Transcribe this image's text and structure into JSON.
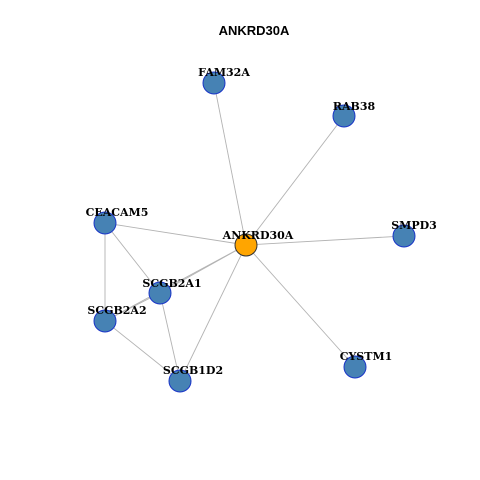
{
  "title": "ANKRD30A",
  "colors": {
    "hub_fill": "#FFA500",
    "node_fill": "#4682B4",
    "node_stroke": "#1A35C8",
    "edge": "#B3B3B3"
  },
  "nodes": [
    {
      "id": "ANKRD30A",
      "label": "ANKRD30A",
      "hub": true
    },
    {
      "id": "FAM32A",
      "label": "FAM32A",
      "hub": false
    },
    {
      "id": "RAB38",
      "label": "RAB38",
      "hub": false
    },
    {
      "id": "CEACAM5",
      "label": "CEACAM5",
      "hub": false
    },
    {
      "id": "SMPD3",
      "label": "SMPD3",
      "hub": false
    },
    {
      "id": "SCGB2A1",
      "label": "SCGB2A1",
      "hub": false
    },
    {
      "id": "SCGB2A2",
      "label": "SCGB2A2",
      "hub": false
    },
    {
      "id": "CYSTM1",
      "label": "CYSTM1",
      "hub": false
    },
    {
      "id": "SCGB1D2",
      "label": "SCGB1D2",
      "hub": false
    }
  ],
  "edges": [
    [
      "ANKRD30A",
      "FAM32A"
    ],
    [
      "ANKRD30A",
      "RAB38"
    ],
    [
      "ANKRD30A",
      "CEACAM5"
    ],
    [
      "ANKRD30A",
      "SMPD3"
    ],
    [
      "ANKRD30A",
      "SCGB2A1"
    ],
    [
      "ANKRD30A",
      "SCGB2A2"
    ],
    [
      "ANKRD30A",
      "CYSTM1"
    ],
    [
      "ANKRD30A",
      "SCGB1D2"
    ],
    [
      "CEACAM5",
      "SCGB2A1"
    ],
    [
      "CEACAM5",
      "SCGB2A2"
    ],
    [
      "SCGB2A1",
      "SCGB2A2"
    ],
    [
      "SCGB2A1",
      "SCGB1D2"
    ],
    [
      "SCGB2A2",
      "SCGB1D2"
    ]
  ]
}
